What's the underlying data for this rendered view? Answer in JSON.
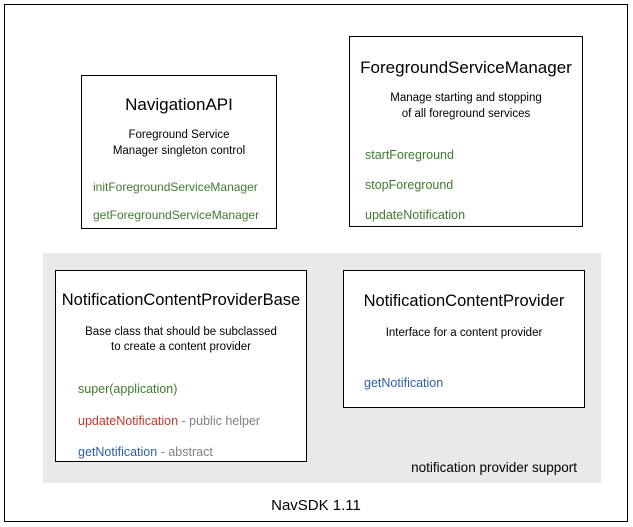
{
  "diagram": {
    "footer_label": "NavSDK 1.11",
    "group_panel": {
      "caption": "notification provider support",
      "background_color": "#e9e9e9"
    },
    "colors": {
      "green": "#3f7c31",
      "red": "#c0392b",
      "blue": "#2f5fa7",
      "note_gray": "#808080",
      "border": "#000000",
      "panel": "#e9e9e9"
    },
    "boxes": [
      {
        "id": "navigation-api",
        "title": "NavigationAPI",
        "description_line1": "Foreground Service",
        "description_line2": "Manager singleton control",
        "members": [
          {
            "name": "initForegroundServiceManager",
            "color": "green",
            "note": ""
          },
          {
            "name": "getForegroundServiceManager",
            "color": "green",
            "note": ""
          }
        ]
      },
      {
        "id": "foreground-service-manager",
        "title": "ForegroundServiceManager",
        "description_line1": "Manage starting and stopping",
        "description_line2": "of all foreground services",
        "members": [
          {
            "name": "startForeground",
            "color": "green",
            "note": ""
          },
          {
            "name": "stopForeground",
            "color": "green",
            "note": ""
          },
          {
            "name": "updateNotification",
            "color": "green",
            "note": ""
          }
        ]
      },
      {
        "id": "notification-content-provider-base",
        "title": "NotificationContentProviderBase",
        "description_line1": "Base class that should be subclassed",
        "description_line2": "to create a content provider",
        "members": [
          {
            "name": "super(application)",
            "color": "green",
            "note": ""
          },
          {
            "name": "updateNotification",
            "color": "red",
            "note": " - public helper"
          },
          {
            "name": "getNotification",
            "color": "blue",
            "note": " - abstract"
          }
        ]
      },
      {
        "id": "notification-content-provider",
        "title": "NotificationContentProvider",
        "description_line1": "Interface for a content provider",
        "description_line2": "",
        "members": [
          {
            "name": "getNotification",
            "color": "blue",
            "note": ""
          }
        ]
      }
    ]
  }
}
